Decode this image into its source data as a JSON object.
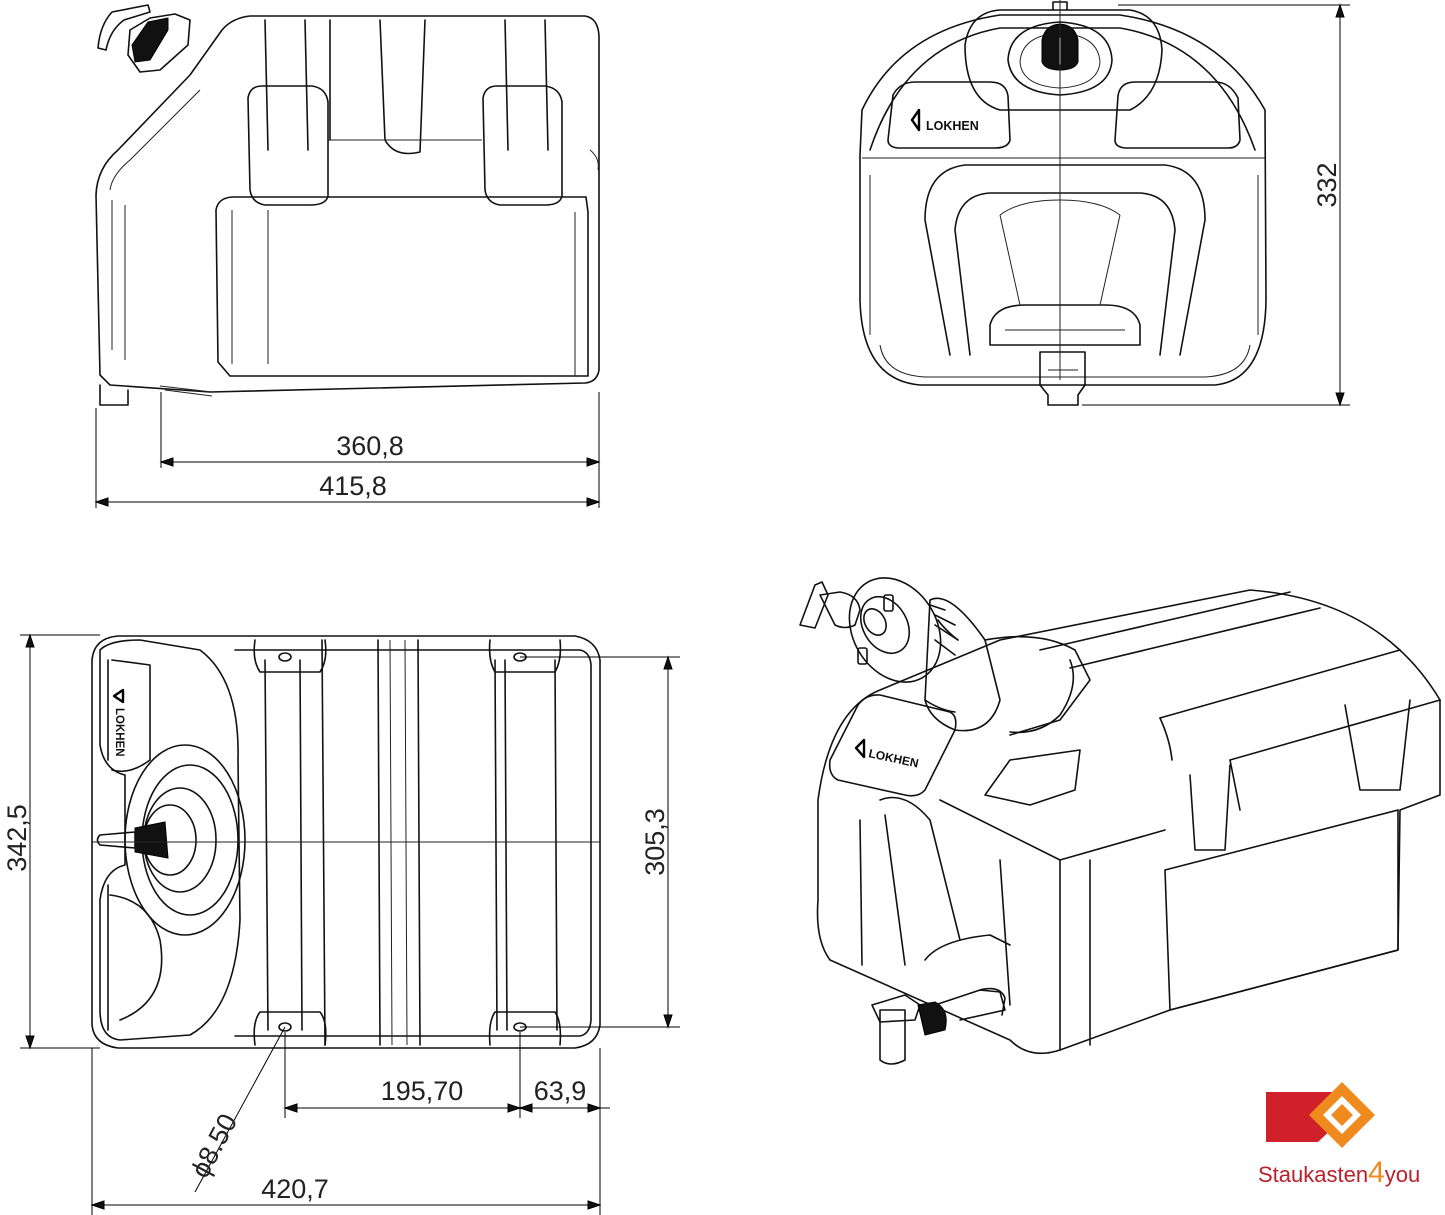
{
  "dimensions": {
    "side_inner_width": "360,8",
    "side_total_width": "415,8",
    "front_height": "332",
    "top_total_height": "342,5",
    "top_inner_height": "305,3",
    "hole_spacing": "195,70",
    "hole_edge_offset": "63,9",
    "hole_diameter": "ϕ8.50",
    "top_total_width": "420,7"
  },
  "product_brand": "LOKHEN",
  "watermark": {
    "name_part1": "Staukasten",
    "name_digit": "4",
    "name_part2": "you",
    "color_red": "#d0202a",
    "color_orange": "#ef8b1e",
    "color_text": "#b8202a"
  }
}
